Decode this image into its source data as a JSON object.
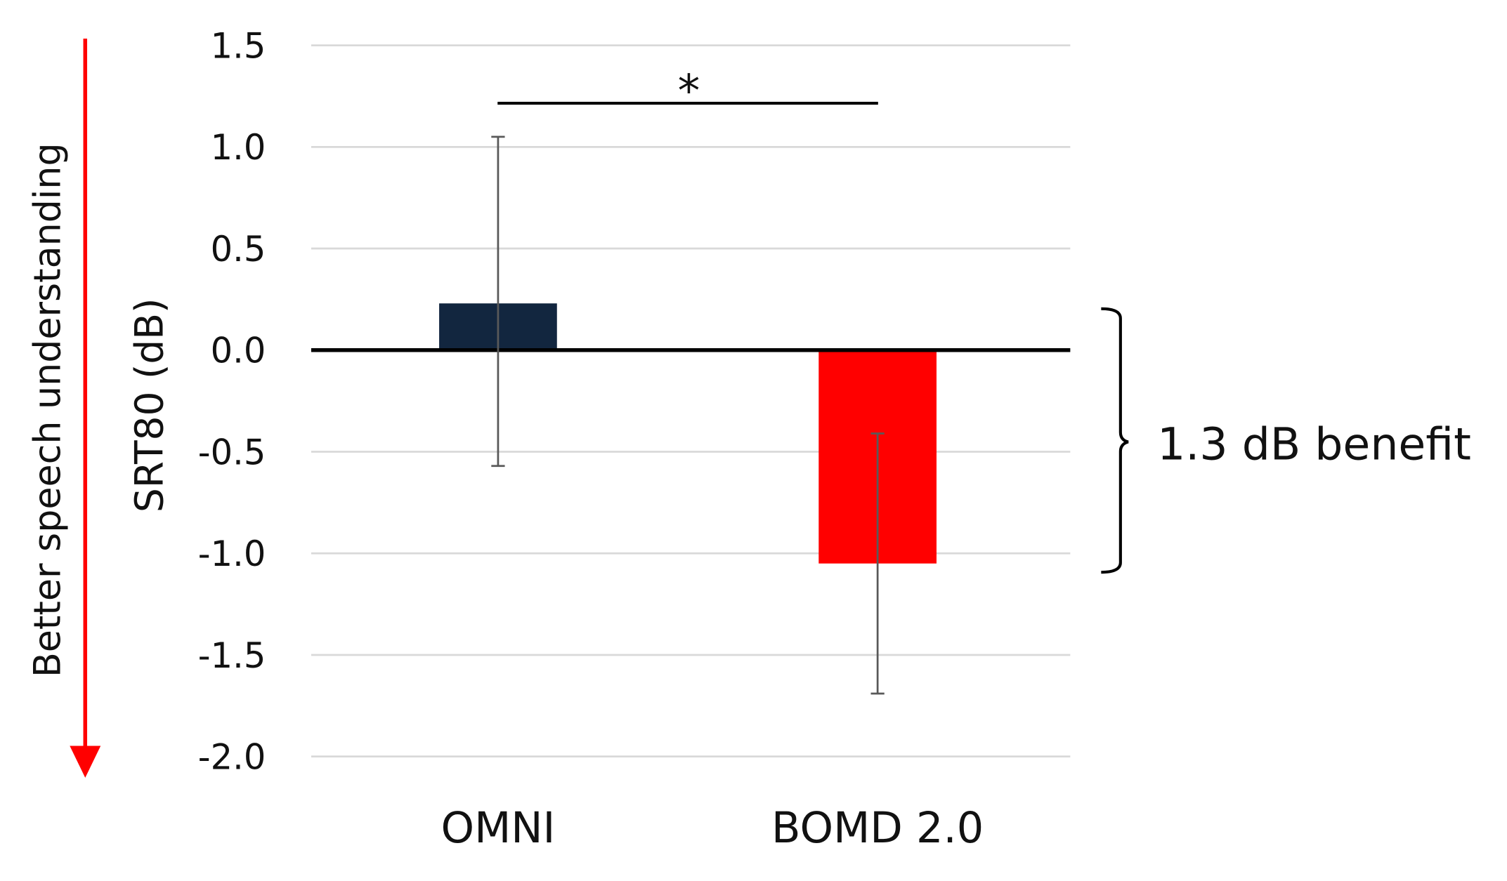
{
  "chart_data": {
    "type": "bar",
    "categories": [
      "OMNI",
      "BOMD 2.0"
    ],
    "values": [
      0.23,
      -1.05
    ],
    "error_bars": [
      {
        "upper": 1.05,
        "lower": -0.57
      },
      {
        "upper": -0.41,
        "lower": -1.69
      }
    ],
    "bar_colors": [
      "#12263f",
      "#ff0000"
    ],
    "ylabel": "SRT80 (dB)",
    "ylim": [
      -2.0,
      1.5
    ],
    "yticks": [
      "1.5",
      "1.0",
      "0.5",
      "0.0",
      "-0.5",
      "-1.0",
      "-1.5",
      "-2.0"
    ],
    "ytick_values": [
      1.5,
      1.0,
      0.5,
      0.0,
      -0.5,
      -1.0,
      -1.5,
      -2.0
    ],
    "grid": true,
    "legend": "none",
    "significance": {
      "label": "*",
      "between": [
        "OMNI",
        "BOMD 2.0"
      ]
    },
    "annotation": "1.3 dB benefit",
    "side_arrow": {
      "label": "Better speech understanding",
      "direction": "down",
      "color": "#ff0000"
    }
  }
}
